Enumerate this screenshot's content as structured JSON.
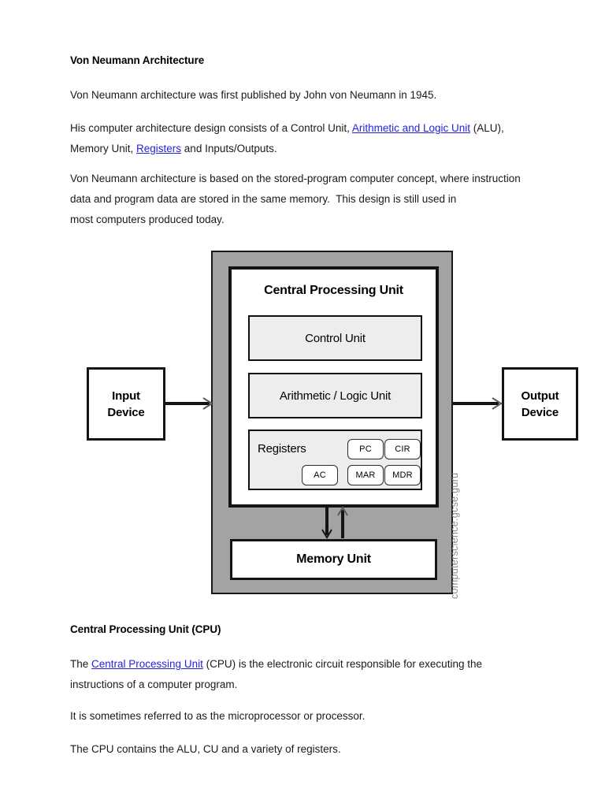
{
  "document": {
    "title": "Von Neumann Architecture",
    "sections": [
      {
        "heading": "Von Neumann Architecture",
        "paragraphs": [
          {
            "lines": [
              "Von Neumann architecture was first published by John von Neumann in 1945."
            ]
          },
          {
            "lines": [
              "His computer architecture design consists of a Control Unit, ",
              "Memory Unit, "
            ],
            "link1": "Arithmetic and Logic Unit",
            "after_link1": " (ALU),",
            "link2": "Registers",
            "after_link2": " and Inputs/Outputs."
          },
          {
            "lines": [
              "Von Neumann architecture is based on the stored-program computer concept, where instruction",
              "data and program data are stored in the same memory.  This design is still used in",
              "most computers produced today."
            ]
          }
        ]
      },
      {
        "heading": "Central Processing Unit (CPU)",
        "paragraphs": [
          {
            "lines": [
              "The ",
              "instructions of a computer program."
            ],
            "link1": "Central Processing Unit",
            "after_link1": " (CPU) is the electronic circuit responsible for executing the"
          },
          {
            "lines": [
              "It is sometimes referred to as the microprocessor or processor."
            ]
          },
          {
            "lines": [
              "The CPU contains the ALU, CU and a variety of registers."
            ]
          }
        ]
      }
    ]
  },
  "diagram": {
    "cpu_title": "Central Processing Unit",
    "control_unit": "Control Unit",
    "alu": "Arithmetic / Logic Unit",
    "registers_label": "Registers",
    "registers": [
      {
        "name": "PC"
      },
      {
        "name": "CIR"
      },
      {
        "name": "AC"
      },
      {
        "name": "MAR"
      },
      {
        "name": "MDR"
      }
    ],
    "memory_unit": "Memory Unit",
    "input_device_line1": "Input",
    "input_device_line2": "Device",
    "output_device_line1": "Output",
    "output_device_line2": "Device",
    "watermark": "computerscience.gcse.guru",
    "colors": {
      "shell_gray": "#a3a3a3",
      "unit_fill": "#ededed",
      "box_white": "#ffffff",
      "stroke": "#141414",
      "link_blue": "#2424dd",
      "watermark_gray": "#8a8a8a"
    }
  }
}
